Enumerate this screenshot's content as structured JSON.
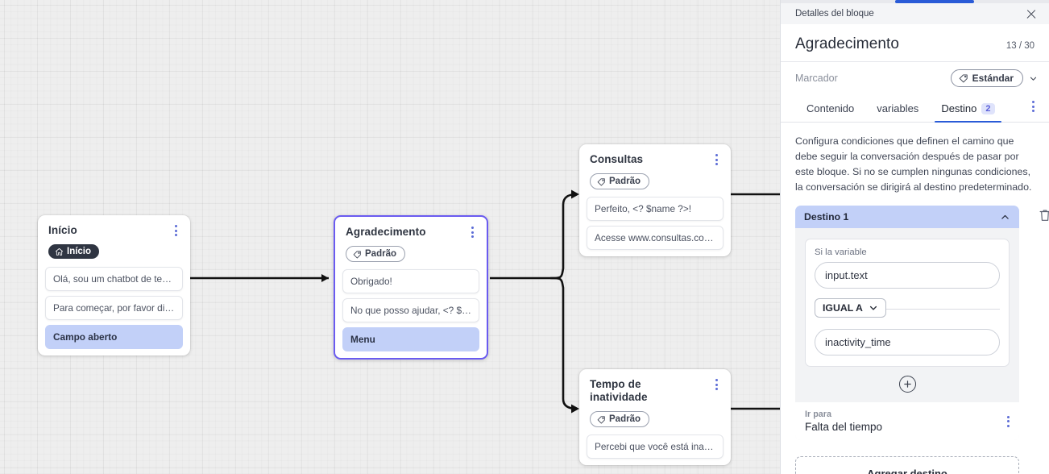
{
  "canvas": {
    "nodes": [
      {
        "id": "inicio",
        "title": "Início",
        "tag": "Início",
        "tag_style": "dark",
        "tag_icon": "home-icon",
        "rows": [
          {
            "text": "Olá, sou um chatbot de teste!",
            "highlight": false
          },
          {
            "text": "Para começar, por favor digite o ...",
            "highlight": false
          },
          {
            "text": "Campo aberto",
            "highlight": true
          }
        ]
      },
      {
        "id": "agradecimento",
        "title": "Agradecimento",
        "tag": "Padrão",
        "tag_style": "outline",
        "tag_icon": "tag-icon",
        "rows": [
          {
            "text": "Obrigado!",
            "highlight": false
          },
          {
            "text": "No que posso ajudar, <? $name ...",
            "highlight": false
          },
          {
            "text": "Menu",
            "highlight": true
          }
        ]
      },
      {
        "id": "consultas",
        "title": "Consultas",
        "tag": "Padrão",
        "tag_style": "outline",
        "tag_icon": "tag-icon",
        "rows": [
          {
            "text": "Perfeito, <? $name ?>!",
            "highlight": false
          },
          {
            "text": "Acesse www.consultas.com par...",
            "highlight": false
          }
        ]
      },
      {
        "id": "inatividade",
        "title": "Tempo de inatividade",
        "tag": "Padrão",
        "tag_style": "outline",
        "tag_icon": "tag-icon",
        "rows": [
          {
            "text": "Percebi que você está inativo. C...",
            "highlight": false
          }
        ]
      }
    ]
  },
  "panel": {
    "header_title": "Detalles del bloque",
    "close_icon": "close-icon",
    "block_title": "Agradecimento",
    "counter": "13 / 30",
    "marker_label": "Marcador",
    "marker_pill": "Estándar",
    "marker_pill_icon": "tag-icon",
    "marker_chevron_icon": "chevron-down-icon",
    "tabs": [
      {
        "label": "Contenido",
        "badge": "",
        "active": false
      },
      {
        "label": "variables",
        "badge": "",
        "active": false
      },
      {
        "label": "Destino",
        "badge": "2",
        "active": true
      }
    ],
    "tab_kebab_icon": "more-vertical-icon",
    "description": "Configura condiciones que definen el camino que debe seguir la conversación después de pasar por este bloque. Si no se cumplen ningunas condiciones, la conversación se dirigirá al destino predeterminado.",
    "destination": {
      "header": "Destino 1",
      "collapse_icon": "chevron-up-icon",
      "delete_icon": "trash-icon",
      "condition_label": "Si la variable",
      "variable_value": "input.text",
      "operator": "IGUAL A",
      "operator_icon": "chevron-down-icon",
      "compare_value": "inactivity_time",
      "add_condition_icon": "plus-circle-icon",
      "goto_label": "Ir para",
      "goto_value": "Falta del tiempo",
      "goto_kebab_icon": "more-vertical-icon"
    },
    "add_destination_label": "Agregar destino"
  },
  "colors": {
    "accent_blue": "#2a5bd7",
    "highlight": "#c2d0f8",
    "selected_node_border": "#6a5bf0",
    "canvas_bg": "#eeeeee"
  }
}
